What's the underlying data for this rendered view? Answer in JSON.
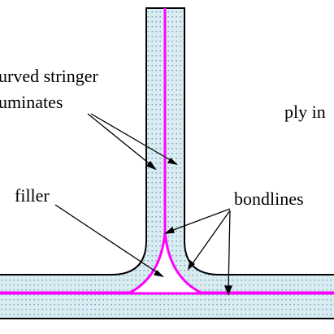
{
  "labels": {
    "curved_stringer_line1": "urved stringer",
    "curved_stringer_line2": "uminates",
    "ply_interface": "ply in",
    "filler": "filler",
    "bondlines": "bondlines"
  },
  "colors": {
    "laminate_fill": "#d9ecf2",
    "fiber_dots": "#6a97b3",
    "bondline": "#ff00ff",
    "outline": "#000000",
    "background": "#ffffff"
  }
}
